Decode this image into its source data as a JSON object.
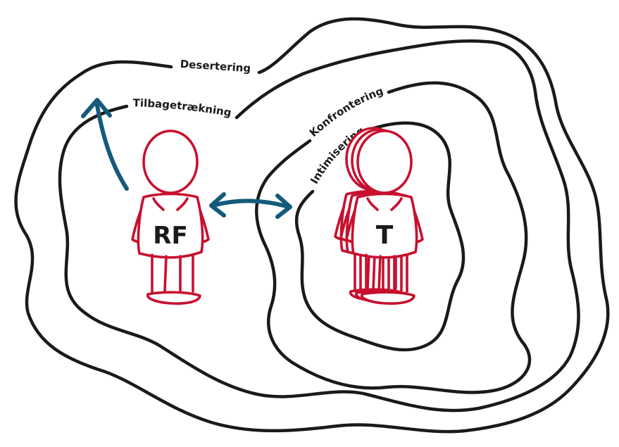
{
  "labels": {
    "desertering": "Desertering",
    "tilbagetraekning": "Tilbagetrækning",
    "konfrontering": "Konfrontering",
    "intimisering": "Intimisering"
  },
  "figures": {
    "left": "RF",
    "right": "T"
  },
  "colors": {
    "contour": "#1a1a1a",
    "figure": "#c8102e",
    "arrow": "#145a7a"
  }
}
